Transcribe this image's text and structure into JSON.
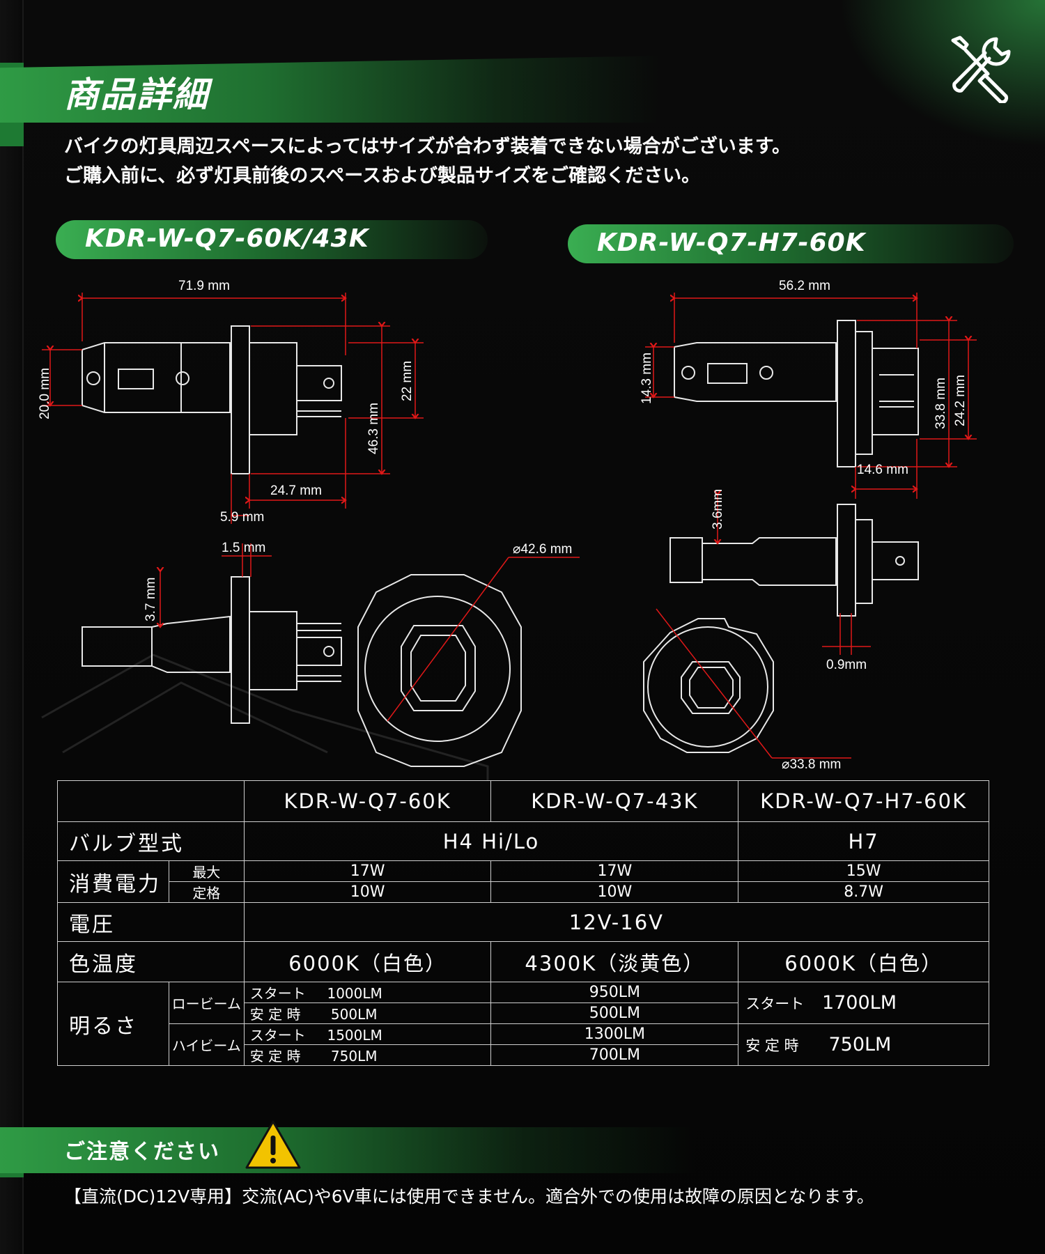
{
  "header": {
    "title": "商品詳細",
    "intro_line1": "バイクの灯具周辺スペースによってはサイズが合わず装着できない場合がございます。",
    "intro_line2": "ご購入前に、必ず灯具前後のスペースおよび製品サイズをご確認ください。"
  },
  "models": {
    "left": "KDR-W-Q7-60K/43K",
    "right": "KDR-W-Q7-H7-60K"
  },
  "dimensions": {
    "left": {
      "length": "71.9 mm",
      "height": "20.0 mm",
      "flange_height": "46.3 mm",
      "base_height": "22 mm",
      "base_length": "24.7 mm",
      "flange_thick": "5.9 mm",
      "gap": "1.5 mm",
      "offset": "3.7 mm",
      "diameter": "⌀42.6 mm"
    },
    "right": {
      "length": "56.2 mm",
      "height": "14.3 mm",
      "flange_height": "33.8 mm",
      "base_height": "24.2 mm",
      "base_length": "14.6 mm",
      "offset": "3.6mm",
      "gap": "0.9mm",
      "diameter": "⌀33.8 mm"
    }
  },
  "spec_table": {
    "columns": [
      "KDR-W-Q7-60K",
      "KDR-W-Q7-43K",
      "KDR-W-Q7-H7-60K"
    ],
    "bulb_label": "バルブ型式",
    "bulb_h4": "H4 Hi/Lo",
    "bulb_h7": "H7",
    "power_label": "消費電力",
    "power_max_label": "最大",
    "power_rated_label": "定格",
    "power_max": [
      "17W",
      "17W",
      "15W"
    ],
    "power_rated": [
      "10W",
      "10W",
      "8.7W"
    ],
    "voltage_label": "電圧",
    "voltage": "12V-16V",
    "color_label": "色温度",
    "color": [
      "6000K（白色）",
      "4300K（淡黄色）",
      "6000K（白色）"
    ],
    "brightness_label": "明るさ",
    "low_label": "ロービーム",
    "high_label": "ハイビーム",
    "start_label": "スタート",
    "stable_label": "安 定 時",
    "low_start": [
      "1000LM",
      "950LM"
    ],
    "low_stable": [
      "500LM",
      "500LM"
    ],
    "high_start": [
      "1500LM",
      "1300LM"
    ],
    "high_stable": [
      "750LM",
      "700LM"
    ],
    "h7_start": "1700LM",
    "h7_stable": "750LM"
  },
  "warning": {
    "title": "ご注意ください",
    "note": "【直流(DC)12V専用】交流(AC)や6V車には使用できません。適合外での使用は故障の原因となります。"
  }
}
